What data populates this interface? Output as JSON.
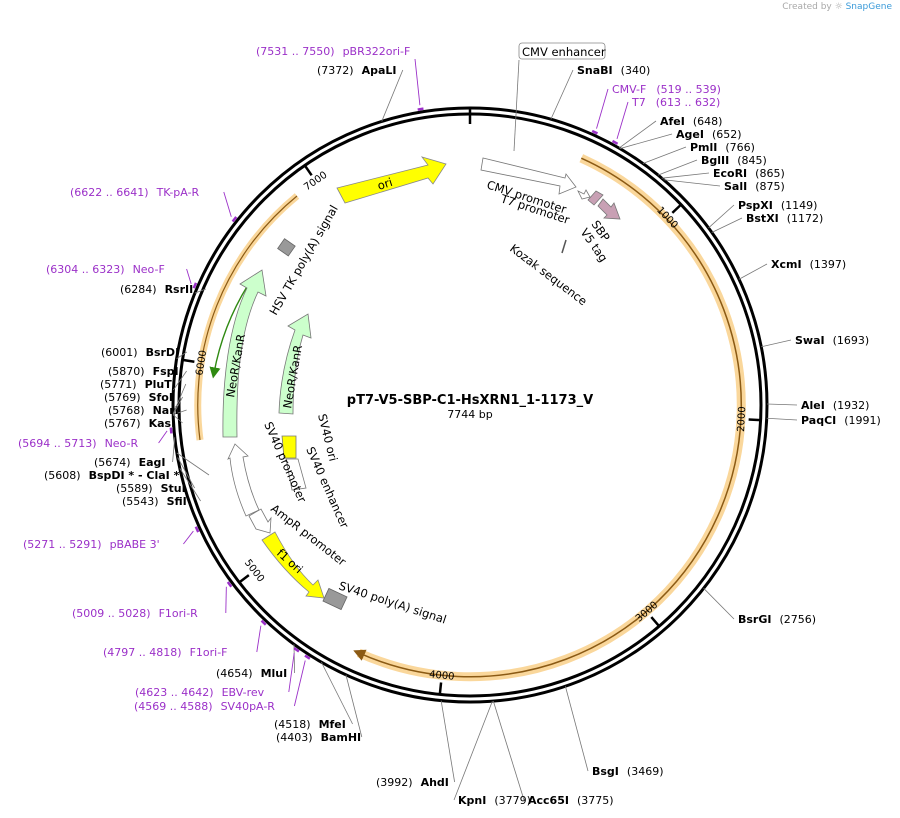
{
  "credit": {
    "prefix": "Created by",
    "brand": "SnapGene"
  },
  "plasmid": {
    "name": "pT7-V5-SBP-C1-HsXRN1_1-1173_V",
    "length_label": "7744 bp",
    "length": 7744
  },
  "ticks": [
    {
      "bp": 1000,
      "label": "1000"
    },
    {
      "bp": 2000,
      "label": "2000"
    },
    {
      "bp": 3000,
      "label": "3000"
    },
    {
      "bp": 4000,
      "label": "4000"
    },
    {
      "bp": 5000,
      "label": "5000"
    },
    {
      "bp": 6000,
      "label": "6000"
    },
    {
      "bp": 7000,
      "label": "7000"
    }
  ],
  "sites": [
    {
      "name": "SnaBI",
      "pos": "(340)",
      "bp": 340
    },
    {
      "name": "AfeI",
      "pos": "(648)",
      "bp": 648
    },
    {
      "name": "AgeI",
      "pos": "(652)",
      "bp": 652
    },
    {
      "name": "PmlI",
      "pos": "(766)",
      "bp": 766
    },
    {
      "name": "BglII",
      "pos": "(845)",
      "bp": 845
    },
    {
      "name": "EcoRI",
      "pos": "(865)",
      "bp": 865
    },
    {
      "name": "SalI",
      "pos": "(875)",
      "bp": 875
    },
    {
      "name": "PspXI",
      "pos": "(1149)",
      "bp": 1149
    },
    {
      "name": "BstXI",
      "pos": "(1172)",
      "bp": 1172
    },
    {
      "name": "XcmI",
      "pos": "(1397)",
      "bp": 1397
    },
    {
      "name": "SwaI",
      "pos": "(1693)",
      "bp": 1693
    },
    {
      "name": "AleI",
      "pos": "(1932)",
      "bp": 1932
    },
    {
      "name": "PaqCI",
      "pos": "(1991)",
      "bp": 1991
    },
    {
      "name": "BsrGI",
      "pos": "(2756)",
      "bp": 2756
    },
    {
      "name": "BsgI",
      "pos": "(3469)",
      "bp": 3469
    },
    {
      "name": "Acc65I",
      "pos": "(3775)",
      "bp": 3775
    },
    {
      "name": "KpnI",
      "pos": "(3779)",
      "bp": 3779
    },
    {
      "name": "AhdI",
      "pos": "(3992)",
      "bp": 3992
    },
    {
      "name": "BamHI",
      "pos": "(4403)",
      "bp": 4403
    },
    {
      "name": "MfeI",
      "pos": "(4518)",
      "bp": 4518
    },
    {
      "name": "MluI",
      "pos": "(4654)",
      "bp": 4654
    },
    {
      "name": "SfiI",
      "pos": "(5543)",
      "bp": 5543
    },
    {
      "name": "StuI",
      "pos": "(5589)",
      "bp": 5589
    },
    {
      "name": "BspDI * - ClaI *",
      "pos": "(5608)",
      "bp": 5608
    },
    {
      "name": "EagI",
      "pos": "(5674)",
      "bp": 5674
    },
    {
      "name": "KasI",
      "pos": "(5767)",
      "bp": 5767
    },
    {
      "name": "NarI",
      "pos": "(5768)",
      "bp": 5768
    },
    {
      "name": "SfoI",
      "pos": "(5769)",
      "bp": 5769
    },
    {
      "name": "PluTI",
      "pos": "(5771)",
      "bp": 5771
    },
    {
      "name": "FspI",
      "pos": "(5870)",
      "bp": 5870
    },
    {
      "name": "BsrDI",
      "pos": "(6001)",
      "bp": 6001
    },
    {
      "name": "RsrII",
      "pos": "(6284)",
      "bp": 6284
    },
    {
      "name": "ApaLI",
      "pos": "(7372)",
      "bp": 7372
    }
  ],
  "primers": [
    {
      "name": "CMV-F",
      "range": "(519 .. 539)",
      "bp": 529
    },
    {
      "name": "T7",
      "range": "(613 .. 632)",
      "bp": 622
    },
    {
      "name": "pBR322ori-F",
      "range": "(7531 .. 7550)",
      "bp": 7540
    },
    {
      "name": "TK-pA-R",
      "range": "(6622 .. 6641)",
      "bp": 6631
    },
    {
      "name": "Neo-F",
      "range": "(6304 .. 6323)",
      "bp": 6313
    },
    {
      "name": "Neo-R",
      "range": "(5694 .. 5713)",
      "bp": 5703
    },
    {
      "name": "pBABE 3'",
      "range": "(5271 .. 5291)",
      "bp": 5281
    },
    {
      "name": "F1ori-R",
      "range": "(5009 .. 5028)",
      "bp": 5018
    },
    {
      "name": "F1ori-F",
      "range": "(4797 .. 4818)",
      "bp": 4807
    },
    {
      "name": "EBV-rev",
      "range": "(4623 .. 4642)",
      "bp": 4632
    },
    {
      "name": "SV40pA-R",
      "range": "(4569 .. 4588)",
      "bp": 4578
    }
  ],
  "features": [
    {
      "name": "CMV enhancer",
      "type": "enhancer"
    },
    {
      "name": "CMV promoter",
      "type": "promoter"
    },
    {
      "name": "T7 promoter",
      "type": "promoter"
    },
    {
      "name": "Kozak sequence",
      "type": "misc"
    },
    {
      "name": "SBP",
      "type": "tag"
    },
    {
      "name": "V5 tag",
      "type": "tag"
    },
    {
      "name": "ori",
      "type": "rep_origin"
    },
    {
      "name": "HSV TK poly(A) signal",
      "type": "terminator"
    },
    {
      "name": "NeoR/KanR",
      "type": "CDS"
    },
    {
      "name": "NeoR/KanR",
      "type": "CDS"
    },
    {
      "name": "SV40 ori",
      "type": "rep_origin"
    },
    {
      "name": "SV40 enhancer",
      "type": "enhancer"
    },
    {
      "name": "SV40 promoter",
      "type": "promoter"
    },
    {
      "name": "AmpR promoter",
      "type": "promoter"
    },
    {
      "name": "f1 ori",
      "type": "rep_origin"
    },
    {
      "name": "SV40 poly(A) signal",
      "type": "terminator"
    }
  ],
  "colors": {
    "primer": "#9b30c8",
    "origin": "#ffff00",
    "cds": "#ccffcc",
    "terminator": "#999999",
    "tag": "#c8a0b4",
    "insert": "#fad79b",
    "insert_arrow": "#a06a14",
    "neo_arrow": "#2f8a12"
  }
}
